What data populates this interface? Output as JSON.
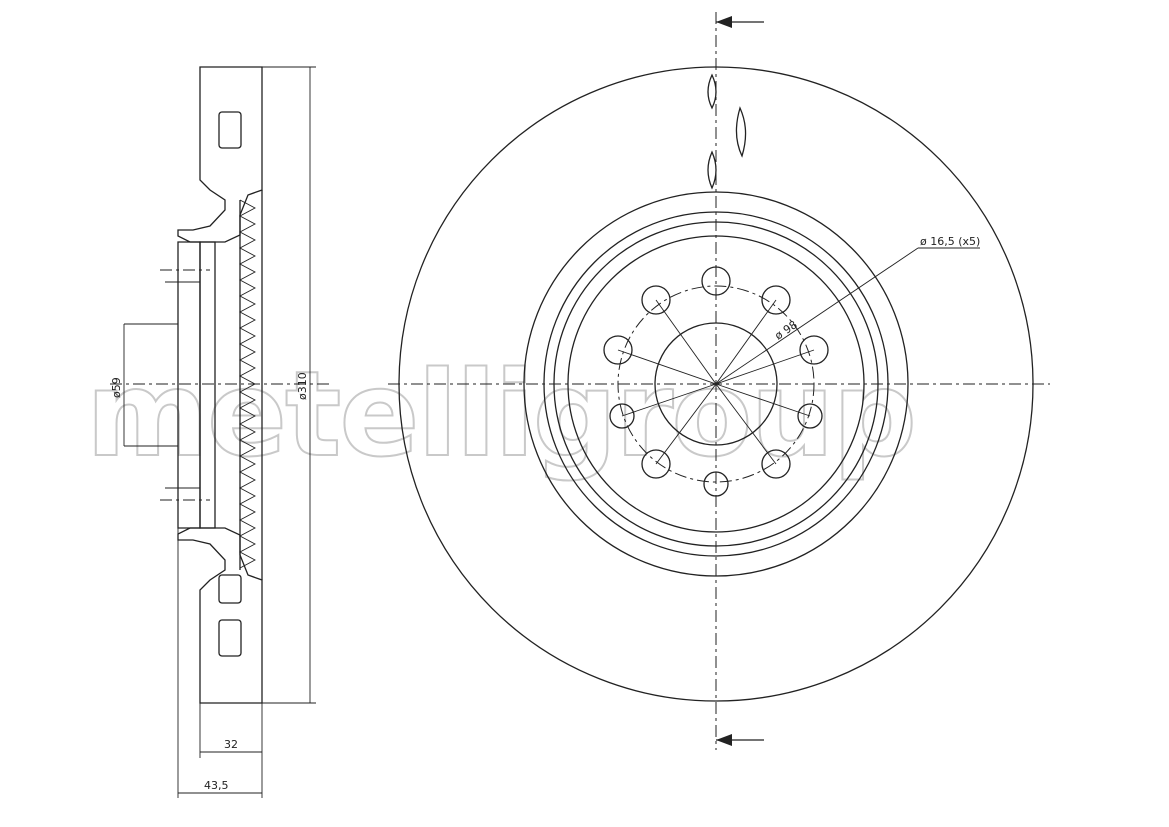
{
  "watermark": "metelligroup",
  "dimensions": {
    "bolt_hole": "ø 16,5 (x5)",
    "pcd": "ø 98",
    "hub_bore": "ø59",
    "outer_diameter": "ø310",
    "disc_thickness": "32",
    "total_height": "43,5"
  }
}
